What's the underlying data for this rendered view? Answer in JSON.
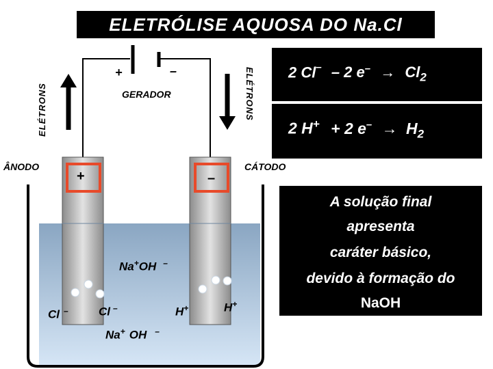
{
  "title": "ELETRÓLISE AQUOSA DO Na.Cl",
  "generator": {
    "label": "GERADOR",
    "plus": "+",
    "minus": "–"
  },
  "electrons_left": "ELÉTRONS",
  "electrons_right": "ELÉTRONS",
  "anode": {
    "label": "ÂNODO",
    "sign": "+"
  },
  "cathode": {
    "label": "CÁTODO",
    "sign": "–"
  },
  "equation_1": {
    "lhs": "2 Cl",
    "charge": "–",
    "minus_e": "–  2 e",
    "e_charge": "–",
    "arrow": "→",
    "product": "Cl",
    "subscript": "2"
  },
  "equation_2": {
    "lhs": "2 H",
    "charge": "+",
    "plus_e": "+  2  e",
    "e_charge": "–",
    "arrow": "→",
    "product": "H",
    "subscript": "2"
  },
  "ions": {
    "na_oh_center": {
      "na": "Na",
      "na_charge": "+",
      "oh": "OH",
      "oh_charge": "–"
    },
    "cl_left": {
      "text": "Cl",
      "charge": "–"
    },
    "cl_center": {
      "text": "Cl",
      "charge": "–"
    },
    "na_oh_bottom": {
      "na": "Na",
      "na_charge": "+",
      "oh": "OH",
      "oh_charge": "–"
    },
    "h_center": {
      "text": "H",
      "charge": "+"
    },
    "h_right": {
      "text": "H",
      "charge": "+"
    }
  },
  "info": {
    "line1": "A solução final",
    "line2": "apresenta",
    "line3": "caráter básico,",
    "line4": "devido à formação do",
    "line5": "NaOH"
  },
  "colors": {
    "solution": "#a9c3dd",
    "electrode_highlight": "#e84a2a",
    "box": "#000000"
  }
}
